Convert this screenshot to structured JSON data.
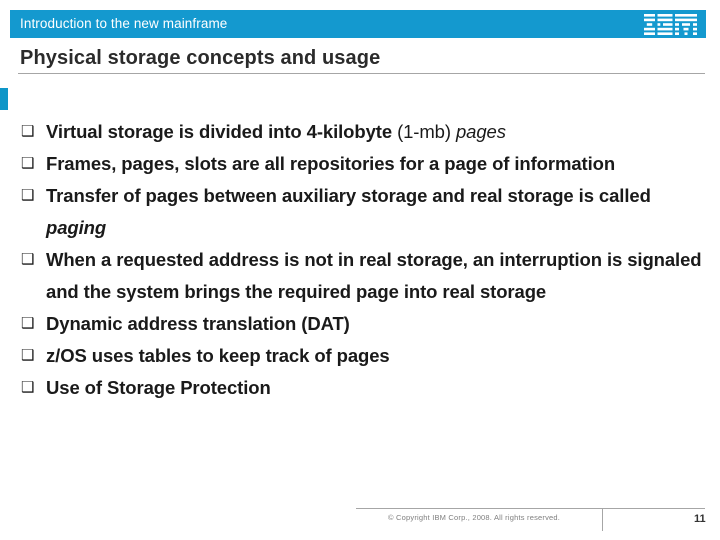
{
  "header": {
    "title": "Introduction to the new mainframe",
    "logo_name": "ibm-logo",
    "background_color": "#1499cf",
    "text_color": "#ffffff"
  },
  "slide": {
    "title": "Physical storage concepts and usage",
    "accent_color": "#0e96c8",
    "rule_color": "#a6a6a6",
    "bullet_glyph": "❑",
    "bullets": [
      {
        "segments": [
          {
            "text": "Virtual storage is divided into 4-kilobyte ",
            "style": "bold"
          },
          {
            "text": "(1-mb) ",
            "style": "regular"
          },
          {
            "text": "pages",
            "style": "italic"
          }
        ]
      },
      {
        "segments": [
          {
            "text": "Frames, pages, slots are all repositories for a page of information",
            "style": "bold"
          }
        ]
      },
      {
        "segments": [
          {
            "text": "Transfer of pages between auxiliary storage and real storage is called ",
            "style": "bold"
          },
          {
            "text": "paging",
            "style": "bold-italic"
          }
        ]
      },
      {
        "segments": [
          {
            "text": "When a requested address is not in real storage, an interruption is signaled and the system brings the required page into real storage",
            "style": "bold"
          }
        ]
      },
      {
        "segments": [
          {
            "text": "Dynamic address translation (DAT)",
            "style": "bold"
          }
        ]
      },
      {
        "segments": [
          {
            "text": "z/OS uses tables to keep track of pages",
            "style": "bold"
          }
        ]
      },
      {
        "segments": [
          {
            "text": "Use of Storage Protection",
            "style": "bold"
          }
        ]
      }
    ]
  },
  "footer": {
    "copyright": "© Copyright IBM Corp., 2008. All rights reserved.",
    "page_number": "11"
  }
}
